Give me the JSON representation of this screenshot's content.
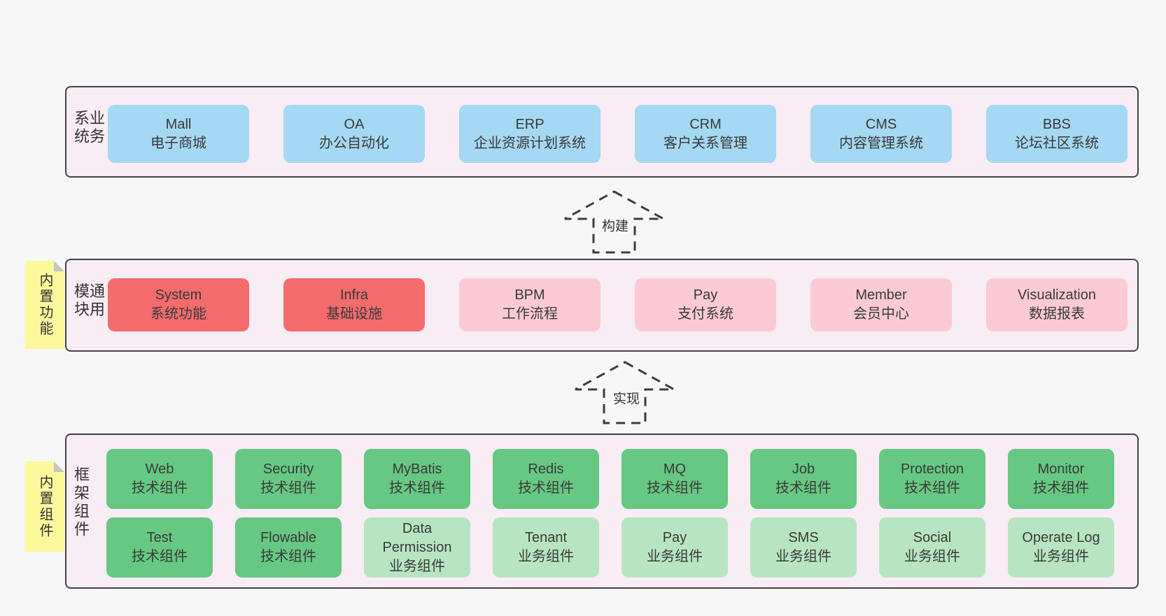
{
  "colors": {
    "page_bg": "#f7f7f7",
    "band_bg": "#f8ecf5",
    "band_border": "#424242",
    "blue": "#a5d8f2",
    "red": "#f26c6c",
    "pink": "#fccad3",
    "green": "#66c882",
    "light_green": "#b8e5c1",
    "sticky_yellow": "#fbf99c",
    "fold_gray": "#c6c6c6",
    "arrow_stroke": "#3d3d3d",
    "text": "#3a3a3a"
  },
  "arrows": [
    {
      "label": "构建"
    },
    {
      "label": "实现"
    }
  ],
  "bands": [
    {
      "label": "业务系统",
      "boxes": [
        {
          "title": "Mall",
          "subtitle": "电子商城"
        },
        {
          "title": "OA",
          "subtitle": "办公自动化"
        },
        {
          "title": "ERP",
          "subtitle": "企业资源计划系统"
        },
        {
          "title": "CRM",
          "subtitle": "客户关系管理"
        },
        {
          "title": "CMS",
          "subtitle": "内容管理系统"
        },
        {
          "title": "BBS",
          "subtitle": "论坛社区系统"
        }
      ]
    },
    {
      "label": "通用模块",
      "sticky": "内置功能",
      "boxes": [
        {
          "title": "System",
          "subtitle": "系统功能"
        },
        {
          "title": "Infra",
          "subtitle": "基础设施"
        },
        {
          "title": "BPM",
          "subtitle": "工作流程"
        },
        {
          "title": "Pay",
          "subtitle": "支付系统"
        },
        {
          "title": "Member",
          "subtitle": "会员中心"
        },
        {
          "title": "Visualization",
          "subtitle": "数据报表"
        }
      ]
    },
    {
      "label": "框架组件",
      "sticky": "内置组件",
      "rows": [
        [
          {
            "title": "Web",
            "subtitle": "技术组件"
          },
          {
            "title": "Security",
            "subtitle": "技术组件"
          },
          {
            "title": "MyBatis",
            "subtitle": "技术组件"
          },
          {
            "title": "Redis",
            "subtitle": "技术组件"
          },
          {
            "title": "MQ",
            "subtitle": "技术组件"
          },
          {
            "title": "Job",
            "subtitle": "技术组件"
          },
          {
            "title": "Protection",
            "subtitle": "技术组件"
          },
          {
            "title": "Monitor",
            "subtitle": "技术组件"
          }
        ],
        [
          {
            "title": "Test",
            "subtitle": "技术组件"
          },
          {
            "title": "Flowable",
            "subtitle": "技术组件"
          },
          {
            "title": "Data Permission",
            "subtitle": "业务组件"
          },
          {
            "title": "Tenant",
            "subtitle": "业务组件"
          },
          {
            "title": "Pay",
            "subtitle": "业务组件"
          },
          {
            "title": "SMS",
            "subtitle": "业务组件"
          },
          {
            "title": "Social",
            "subtitle": "业务组件"
          },
          {
            "title": "Operate Log",
            "subtitle": "业务组件"
          }
        ]
      ]
    }
  ]
}
